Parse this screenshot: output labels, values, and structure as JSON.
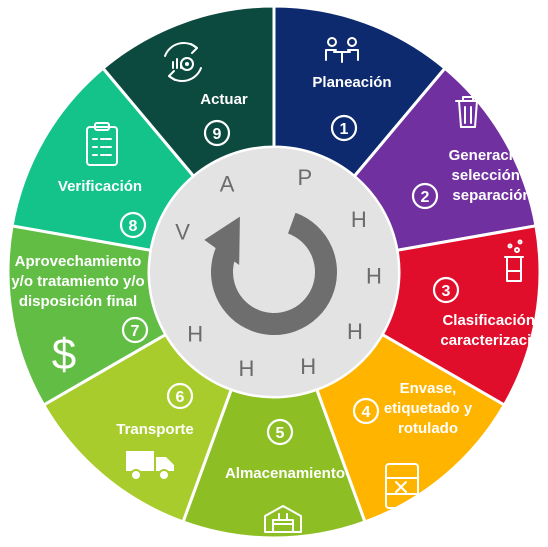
{
  "segments": [
    {
      "number": "1",
      "label_lines": [
        "Planeación"
      ],
      "color": "#0d2a6e",
      "icon": "meeting-icon"
    },
    {
      "number": "2",
      "label_lines": [
        "Generación,",
        "selección y",
        "separación"
      ],
      "color": "#7030a0",
      "icon": "trash-bin-icon"
    },
    {
      "number": "3",
      "label_lines": [
        "Clasificación y",
        "caracterización"
      ],
      "color": "#e00d2b",
      "icon": "lab-beaker-icon"
    },
    {
      "number": "4",
      "label_lines": [
        "Envase,",
        "etiquetado y",
        "rotulado"
      ],
      "color": "#ffb400",
      "icon": "barrel-icon"
    },
    {
      "number": "5",
      "label_lines": [
        "Almacenamiento"
      ],
      "color": "#8dbf25",
      "icon": "warehouse-icon"
    },
    {
      "number": "6",
      "label_lines": [
        "Transporte"
      ],
      "color": "#a8cc2b",
      "icon": "truck-icon"
    },
    {
      "number": "7",
      "label_lines": [
        "Aprovechamiento",
        "y/o tratamiento y/o",
        "disposición final"
      ],
      "color": "#62bd45",
      "icon": "dollar-icon"
    },
    {
      "number": "8",
      "label_lines": [
        "Verificación"
      ],
      "color": "#13c38a",
      "icon": "clipboard-icon"
    },
    {
      "number": "9",
      "label_lines": [
        "Actuar"
      ],
      "color": "#0c4a3f",
      "icon": "cycle-target-icon"
    }
  ],
  "center": {
    "letters": [
      "P",
      "H",
      "H",
      "H",
      "H",
      "H",
      "H",
      "V",
      "A"
    ],
    "inner_color": "#e3e3e3",
    "arrow_color": "#6e6e6e",
    "icon": "refresh-cycle-icon"
  }
}
